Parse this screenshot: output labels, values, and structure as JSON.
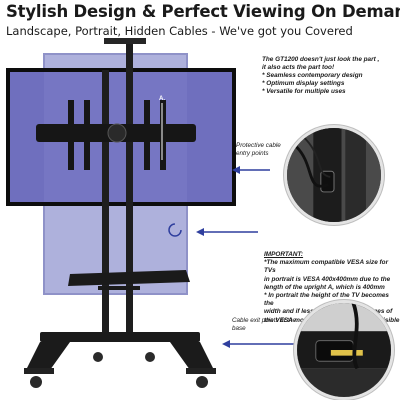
{
  "header": {
    "headline": "Stylish Design & Perfect Viewing On Demand",
    "subheadline": "Landscape, Portrait, Hidden Cables - We've got you Covered"
  },
  "product": {
    "upright_label": "A.",
    "rotate_icon": "rotate-arrow-icon"
  },
  "intro": {
    "lines": [
      "The GT1200 doesn't just look the part ,",
      "it also acts the part too!",
      "* Seamless contemporary design",
      "* Optimum display settings",
      "* Versatile for multiple uses"
    ]
  },
  "callouts": {
    "cable_entry": "Protective cable entry points",
    "cable_exit": "Cable exit points at the base"
  },
  "important": {
    "heading": "IMPORTANT:",
    "lines": [
      "*The maximum compatible VESA size for TVs",
      "in portrait is VESA 400x400mm due to the",
      "length of the upright A, which is 400mm",
      "* In portrait the height of the TV becomes the",
      "width and if less than 663mm the edges of",
      "the VESA mounting interface become visible"
    ]
  },
  "colors": {
    "accent_blue": "#2f3f9e",
    "portrait_tint": "#aeb1dc",
    "landscape_screen": "#6f6fbe",
    "stand_black": "#1e1e1e"
  }
}
